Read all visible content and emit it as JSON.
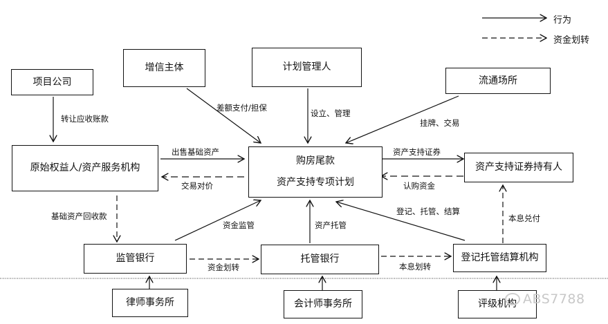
{
  "legend": {
    "solid_label": "行为",
    "dashed_label": "资金划转"
  },
  "nodes": {
    "project_company": "项目公司",
    "credit_enhancer": "增信主体",
    "plan_manager": "计划管理人",
    "exchange_venue": "流通场所",
    "originator": "原始权益人/资产服务机构",
    "spv_line1": "购房尾款",
    "spv_line2": "资产支持专项计划",
    "holders": "资产支持证券持有人",
    "supervising_bank": "监管银行",
    "custodian_bank": "托管银行",
    "registry": "登记托管结算机构",
    "law_firm": "律师事务所",
    "accounting_firm": "会计师事务所",
    "rating_agency": "评级机构"
  },
  "edges": {
    "transfer_receivables": "转让应收账款",
    "shortfall_guarantee": "差额支付/担保",
    "establish_manage": "设立、管理",
    "listing_trading": "挂牌、交易",
    "sell_assets": "出售基础资产",
    "transaction_price": "交易对价",
    "abs_securities": "资产支持证券",
    "subscription_funds": "认购资金",
    "asset_collections": "基础资产回收款",
    "fund_supervision": "资金监管",
    "asset_custody": "资产托管",
    "registration": "登记、托管、结算",
    "principal_interest_payment": "本息兑付",
    "fund_transfer": "资金划转",
    "principal_interest_transfer": "本息划转"
  },
  "watermark": "ABS7788"
}
